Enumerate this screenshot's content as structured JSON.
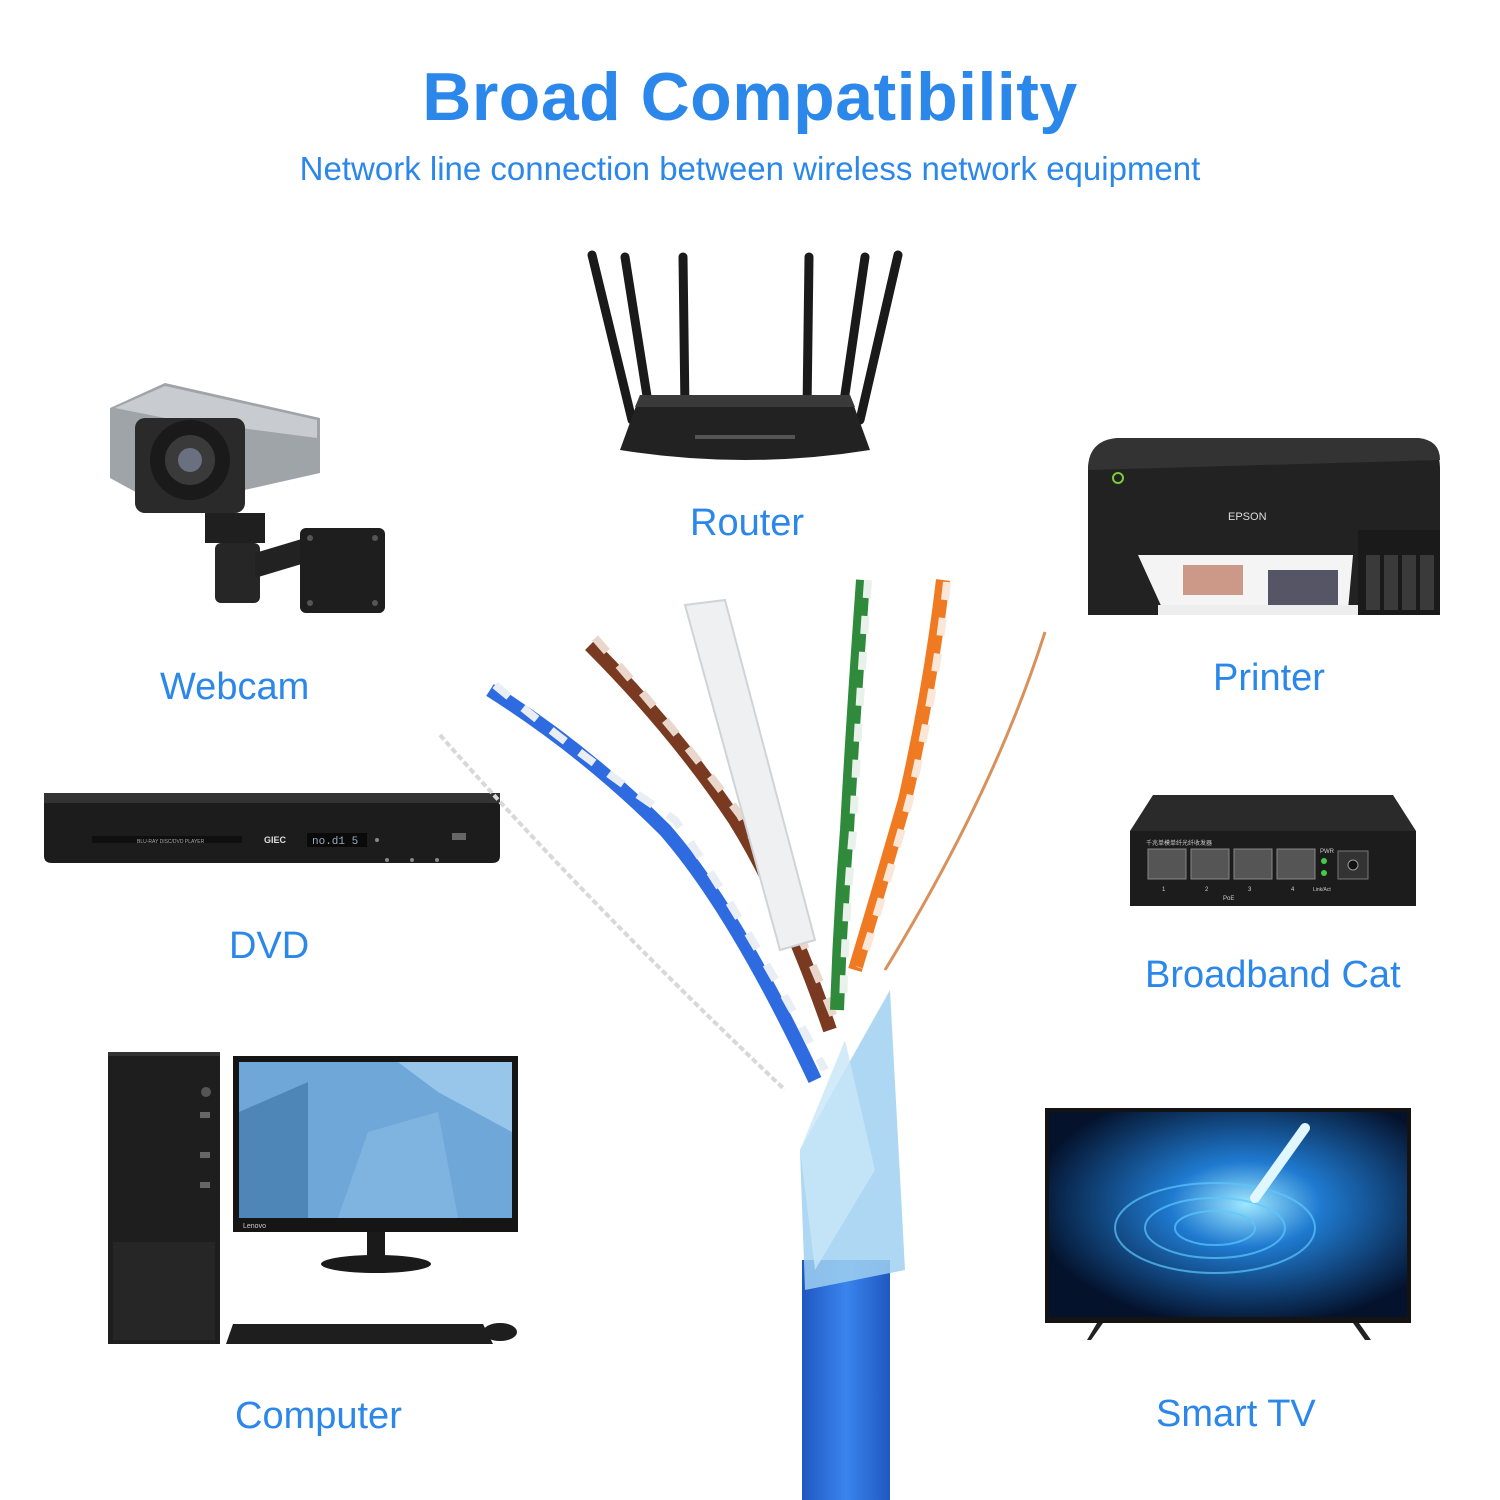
{
  "header": {
    "title": "Broad Compatibility",
    "subtitle": "Network line connection between wireless network equipment"
  },
  "devices": [
    {
      "label": "Router",
      "icon": "router-icon"
    },
    {
      "label": "Webcam",
      "icon": "webcam-icon"
    },
    {
      "label": "Printer",
      "icon": "printer-icon"
    },
    {
      "label": "DVD",
      "icon": "dvd-player-icon"
    },
    {
      "label": "Broadband Cat",
      "icon": "network-switch-icon"
    },
    {
      "label": "Computer",
      "icon": "computer-icon"
    },
    {
      "label": "Smart TV",
      "icon": "smart-tv-icon"
    }
  ],
  "device_text": {
    "printer_brand": "EPSON",
    "dvd_brand": "GIEC",
    "dvd_display": "no.d1 5",
    "dvd_tray": "BLU-RAY DISC/DVD PLAYER",
    "monitor_brand": "Lenovo",
    "switch_header": "千兆单模单纤光纤收发器",
    "switch_ports": [
      "1",
      "2",
      "3",
      "4"
    ],
    "switch_poe": "PoE",
    "switch_pwr": "PWR",
    "switch_link": "Link/Act"
  },
  "colors": {
    "accent": "#2b87ea",
    "cable_jacket": "#2a6fd8",
    "device_dark": "#1e1e1e"
  }
}
